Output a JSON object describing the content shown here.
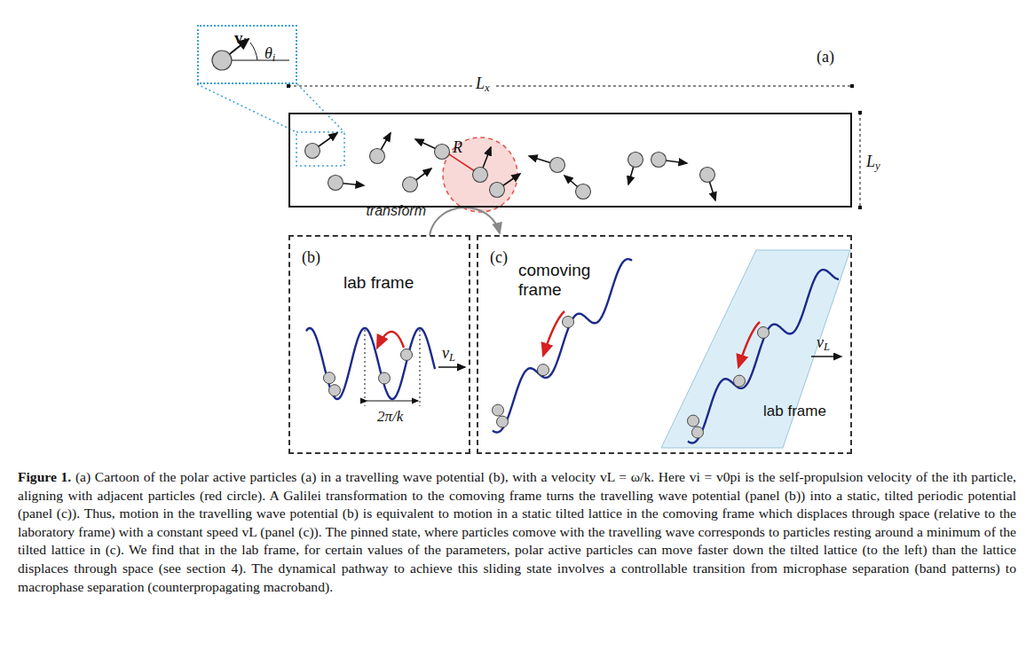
{
  "diagram": {
    "caption": "Figure 1. (a) Cartoon of the polar active particles (a) in a travelling wave potential (b), with a velocity vL = ω/k. Here vi = v0pi is the self-propulsion velocity of the ith particle, aligning with adjacent particles (red circle). A Galilei transformation to the comoving frame turns the travelling wave potential (panel (b)) into a static, tilted periodic potential (panel (c)). Thus, motion in the travelling wave potential (b) is equivalent to motion in a static tilted lattice in the comoving frame which displaces through space (relative to the laboratory frame) with a constant speed vL (panel (c)). The pinned state, where particles comove with the travelling wave corresponds to particles resting around a minimum of the tilted lattice in (c). We find that in the lab frame, for certain values of the parameters, polar active particles can move faster down the tilted lattice (to the left) than the lattice displaces through space (see section 4). The dynamical pathway to achieve this sliding state involves a controllable transition from microphase separation (band patterns) to macrophase separation (counterpropagating macroband).",
    "nodes": [
      {
        "text": [
          "vi",
          "θi"
        ]
      },
      {
        "text": [
          "(a)"
        ]
      },
      {
        "text": [
          "(b)",
          "lab frame",
          "vL",
          "2π/k"
        ]
      },
      {
        "text": [
          "(c)",
          "comoving frame",
          "vL",
          "lab frame"
        ]
      }
    ],
    "edges": [
      {
        "from": 2,
        "to": 3,
        "label": "transform",
        "arrow": "to"
      }
    ],
    "labels": [
      "Lx",
      "Ly",
      "R"
    ]
  }
}
